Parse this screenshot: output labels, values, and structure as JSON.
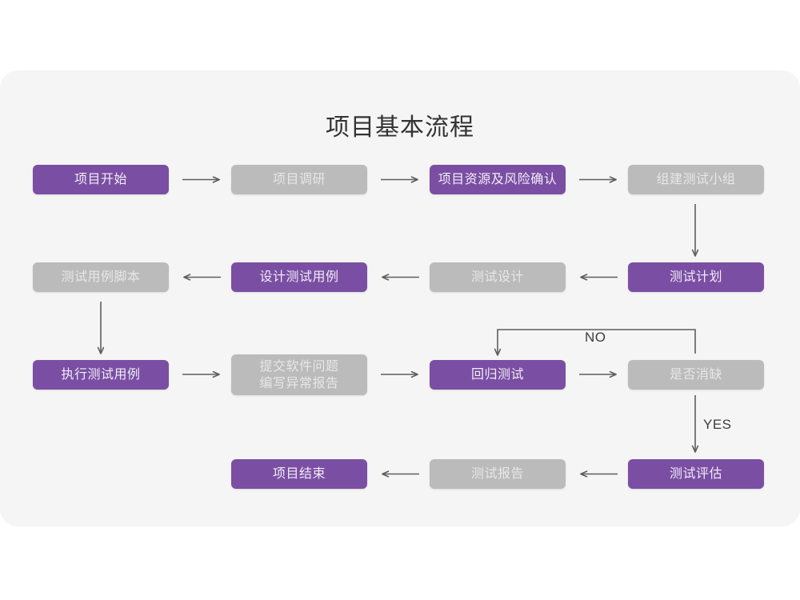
{
  "page": {
    "background_color": "#ffffff",
    "card_color": "#f5f5f5",
    "title": "项目基本流程"
  },
  "theme": {
    "purple": "#7a4fa3",
    "purple_text": "#f2ecf6",
    "gray": "#bbbbbb",
    "gray_text": "#e7e7e7",
    "connector": "#5e5e5e",
    "title_text": "#333333"
  },
  "chart_data": {
    "type": "diagram",
    "title": "项目基本流程",
    "nodes": [
      {
        "id": "n1",
        "label": "项目开始",
        "style": "purple",
        "row": 1,
        "col": 1
      },
      {
        "id": "n2",
        "label": "项目调研",
        "style": "gray",
        "row": 1,
        "col": 2
      },
      {
        "id": "n3",
        "label": "项目资源及风险确认",
        "style": "purple",
        "row": 1,
        "col": 3
      },
      {
        "id": "n4",
        "label": "组建测试小组",
        "style": "gray",
        "row": 1,
        "col": 4
      },
      {
        "id": "n5",
        "label": "测试用例脚本",
        "style": "gray",
        "row": 2,
        "col": 1
      },
      {
        "id": "n6",
        "label": "设计测试用例",
        "style": "purple",
        "row": 2,
        "col": 2
      },
      {
        "id": "n7",
        "label": "测试设计",
        "style": "gray",
        "row": 2,
        "col": 3
      },
      {
        "id": "n8",
        "label": "测试计划",
        "style": "purple",
        "row": 2,
        "col": 4
      },
      {
        "id": "n9",
        "label": "执行测试用例",
        "style": "purple",
        "row": 3,
        "col": 1
      },
      {
        "id": "n10",
        "label": "提交软件问题\n编写异常报告",
        "style": "gray",
        "row": 3,
        "col": 2
      },
      {
        "id": "n11",
        "label": "回归测试",
        "style": "purple",
        "row": 3,
        "col": 3
      },
      {
        "id": "n12",
        "label": "是否消缺",
        "style": "gray",
        "row": 3,
        "col": 4
      },
      {
        "id": "n13",
        "label": "项目结束",
        "style": "purple",
        "row": 4,
        "col": 2
      },
      {
        "id": "n14",
        "label": "测试报告",
        "style": "gray",
        "row": 4,
        "col": 3
      },
      {
        "id": "n15",
        "label": "测试评估",
        "style": "purple",
        "row": 4,
        "col": 4
      }
    ],
    "edges": [
      {
        "from": "n1",
        "to": "n2",
        "label": "",
        "direction": "right"
      },
      {
        "from": "n2",
        "to": "n3",
        "label": "",
        "direction": "right"
      },
      {
        "from": "n3",
        "to": "n4",
        "label": "",
        "direction": "right"
      },
      {
        "from": "n4",
        "to": "n8",
        "label": "",
        "direction": "down"
      },
      {
        "from": "n8",
        "to": "n7",
        "label": "",
        "direction": "left"
      },
      {
        "from": "n7",
        "to": "n6",
        "label": "",
        "direction": "left"
      },
      {
        "from": "n6",
        "to": "n5",
        "label": "",
        "direction": "left"
      },
      {
        "from": "n5",
        "to": "n9",
        "label": "",
        "direction": "down"
      },
      {
        "from": "n9",
        "to": "n10",
        "label": "",
        "direction": "right"
      },
      {
        "from": "n10",
        "to": "n11",
        "label": "",
        "direction": "right"
      },
      {
        "from": "n11",
        "to": "n12",
        "label": "",
        "direction": "right"
      },
      {
        "from": "n12",
        "to": "n11",
        "label": "NO",
        "direction": "loop-up-left"
      },
      {
        "from": "n12",
        "to": "n15",
        "label": "YES",
        "direction": "down"
      },
      {
        "from": "n15",
        "to": "n14",
        "label": "",
        "direction": "left"
      },
      {
        "from": "n14",
        "to": "n13",
        "label": "",
        "direction": "left"
      }
    ],
    "edge_labels": [
      {
        "id": "no-label",
        "text": "NO"
      },
      {
        "id": "yes-label",
        "text": "YES"
      }
    ]
  }
}
